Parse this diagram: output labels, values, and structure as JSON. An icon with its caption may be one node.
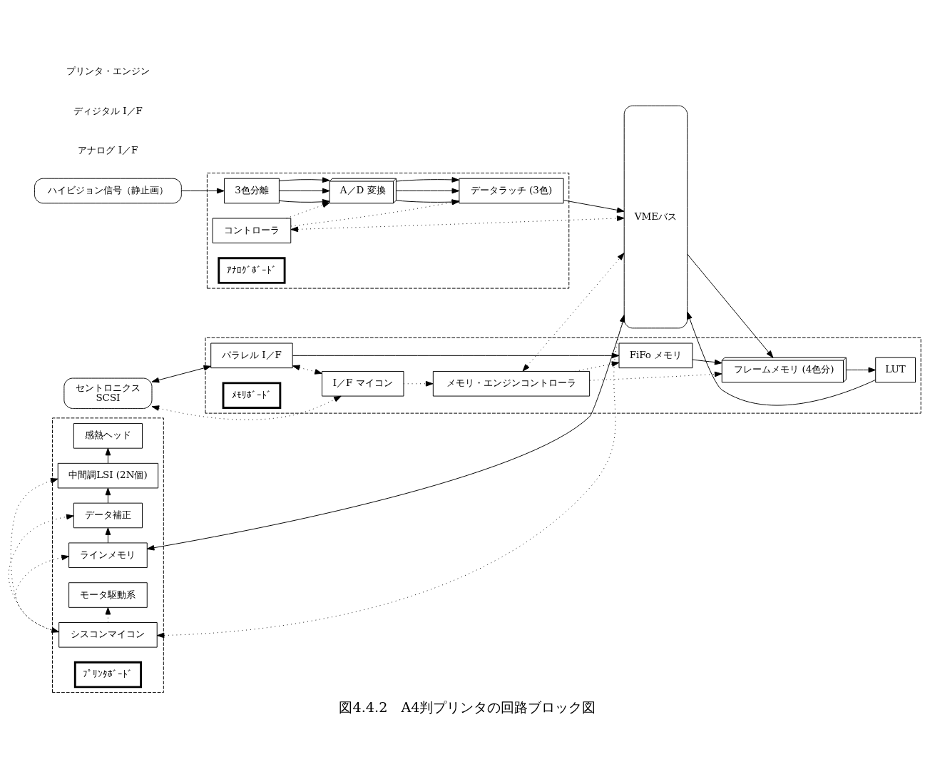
{
  "diagram": {
    "caption": "図4.4.2　A4判プリンタの回路ブロック図",
    "nodes": [
      {
        "text": [
          "ハイビジョン信号（静止画）"
        ]
      },
      {
        "text": [],
        "shape": "box"
      },
      {
        "text": [
          "3色分離"
        ],
        "in": 1
      },
      {
        "text": [
          "A／D 変換"
        ],
        "in": 1
      },
      {
        "text": [
          "データラッチ (3色)"
        ],
        "in": 1
      },
      {
        "text": [
          "コントローラ"
        ],
        "in": 1
      },
      {
        "text": [
          "ｱﾅﾛｸﾞﾎﾞｰﾄﾞ"
        ],
        "in": 1
      },
      {
        "text": [
          "VMEバス"
        ]
      },
      {
        "text": [
          "セントロニクス",
          "SCSI"
        ]
      },
      {
        "text": [],
        "shape": "box"
      },
      {
        "text": [
          "パラレル I／F"
        ],
        "in": 9
      },
      {
        "text": [
          "FiFo メモリ"
        ],
        "in": 9
      },
      {
        "text": [
          "フレームメモリ (4色分)"
        ],
        "in": 9
      },
      {
        "text": [
          "ﾒﾓﾘﾎﾞｰﾄﾞ"
        ],
        "in": 9
      },
      {
        "text": [
          "I／F マイコン"
        ],
        "in": 9
      },
      {
        "text": [
          "メモリ・エンジンコントローラ"
        ],
        "in": 9
      },
      {
        "text": [
          "LUT"
        ],
        "in": 9
      },
      {
        "text": [],
        "shape": "box"
      },
      {
        "text": [
          "感熱ヘッド"
        ],
        "in": 17
      },
      {
        "text": [
          "中間調LSI (2N個)"
        ],
        "in": 17
      },
      {
        "text": [
          "データ補正"
        ],
        "in": 17
      },
      {
        "text": [
          "ラインメモリ"
        ],
        "in": 17
      },
      {
        "text": [
          "モータ駆動系"
        ],
        "in": 17
      },
      {
        "text": [
          "シスコンマイコン"
        ],
        "in": 17
      },
      {
        "text": [
          "ﾌﾟﾘﾝﾀﾎﾞｰﾄﾞ"
        ],
        "in": 17
      }
    ],
    "edges": [
      {
        "from": 0,
        "to": 2,
        "arrow": "to"
      },
      {
        "from": 2,
        "to": 3,
        "arrow": "to"
      },
      {
        "from": 2,
        "to": 3,
        "arrow": "to"
      },
      {
        "from": 2,
        "to": 3,
        "arrow": "to"
      },
      {
        "from": 3,
        "to": 4,
        "arrow": "to"
      },
      {
        "from": 3,
        "to": 4,
        "arrow": "to"
      },
      {
        "from": 3,
        "to": 4,
        "arrow": "to"
      },
      {
        "from": 4,
        "to": 7,
        "arrow": "to"
      },
      {
        "from": 5,
        "to": 3,
        "arrow": "to",
        "style": "dashed"
      },
      {
        "from": 5,
        "to": 4,
        "arrow": "to",
        "style": "dashed"
      },
      {
        "from": 5,
        "to": 7,
        "arrow": "both",
        "style": "dashed"
      },
      {
        "from": 8,
        "to": 10,
        "arrow": "both"
      },
      {
        "from": 8,
        "to": 14,
        "arrow": "both",
        "style": "dashed"
      },
      {
        "from": 10,
        "to": 14,
        "arrow": "both",
        "style": "dashed"
      },
      {
        "from": 10,
        "to": 11,
        "arrow": "to"
      },
      {
        "from": 14,
        "to": 15,
        "arrow": "to",
        "style": "dashed"
      },
      {
        "from": 15,
        "to": 11,
        "arrow": "to",
        "style": "dashed"
      },
      {
        "from": 11,
        "to": 12,
        "arrow": "to"
      },
      {
        "from": 15,
        "to": 12,
        "arrow": "to",
        "style": "dashed"
      },
      {
        "from": 7,
        "to": 12,
        "arrow": "to"
      },
      {
        "from": 12,
        "to": 16,
        "arrow": "to"
      },
      {
        "from": 16,
        "to": 7,
        "arrow": "to"
      },
      {
        "from": 15,
        "to": 7,
        "arrow": "both",
        "style": "dashed"
      },
      {
        "from": 7,
        "to": 21,
        "arrow": "to"
      },
      {
        "from": 21,
        "to": 20,
        "arrow": "to"
      },
      {
        "from": 20,
        "to": 19,
        "arrow": "to"
      },
      {
        "from": 19,
        "to": 18,
        "arrow": "to"
      },
      {
        "from": 23,
        "to": 21,
        "arrow": "to",
        "style": "dashed"
      },
      {
        "from": 23,
        "to": 20,
        "arrow": "to",
        "style": "dashed"
      },
      {
        "from": 23,
        "to": 19,
        "arrow": "both",
        "style": "dashed"
      },
      {
        "from": 23,
        "to": 22,
        "arrow": "to",
        "style": "dashed"
      },
      {
        "from": 23,
        "to": 7,
        "arrow": "both",
        "style": "dashed"
      }
    ],
    "labels": [
      "アナログ I／F",
      "ディジタル I／F",
      "プリンタ・エンジン"
    ]
  }
}
